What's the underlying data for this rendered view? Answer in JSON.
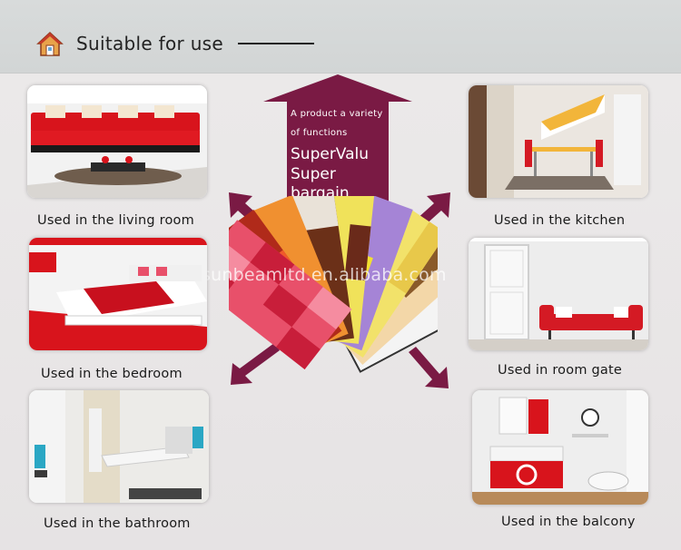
{
  "header": {
    "title": "Suitable for use",
    "icon": "home-icon"
  },
  "promo": {
    "line1": "A product a variety",
    "line2": "of functions",
    "line3": "SuperValu",
    "line4": "Super",
    "line5": "bargain"
  },
  "watermark": "sunbeamltd.en.alibaba.com",
  "rooms": [
    {
      "caption": "Used in the living room"
    },
    {
      "caption": "Used in the kitchen"
    },
    {
      "caption": "Used in the bedroom"
    },
    {
      "caption": "Used in room gate"
    },
    {
      "caption": "Used in the bathroom"
    },
    {
      "caption": "Used in the balcony"
    }
  ],
  "colors": {
    "accent": "#7a1a44",
    "header_bg": "#d5d8d8",
    "red": "#d41a24"
  }
}
